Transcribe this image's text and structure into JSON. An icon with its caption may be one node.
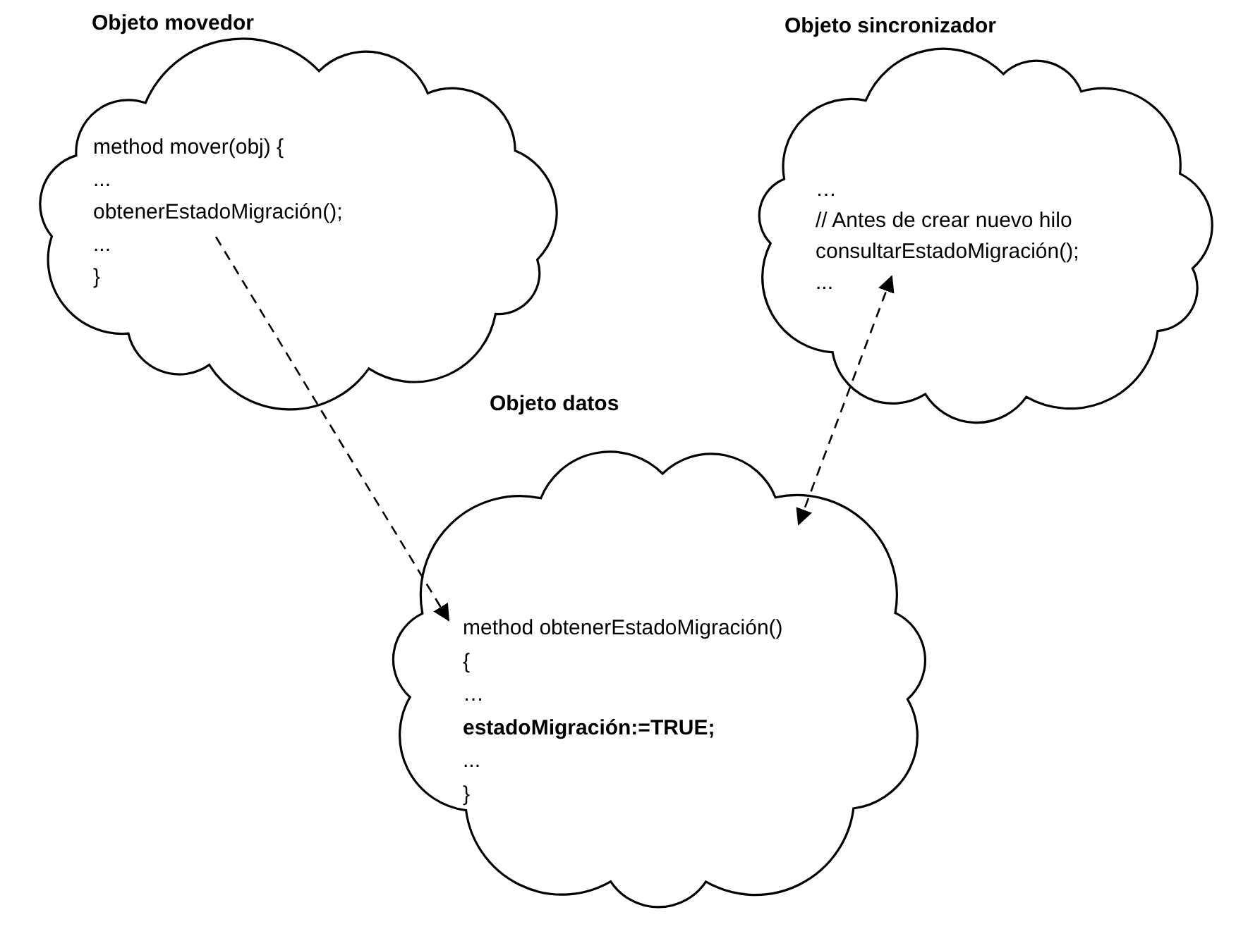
{
  "diagram": {
    "nodes": [
      {
        "text": [
          "Objeto movedor",
          "method mover(obj) {",
          "...",
          "obtenerEstadoMigración();",
          "...",
          "}"
        ]
      },
      {
        "text": [
          "Objeto sincronizador",
          "…",
          "// Antes de crear nuevo hilo",
          "consultarEstadoMigración();",
          "..."
        ]
      },
      {
        "text": [
          "Objeto datos",
          "method obtenerEstadoMigración()",
          "{",
          "…",
          "**estadoMigración:=TRUE;**",
          "...",
          "}"
        ]
      }
    ],
    "edges": [
      {
        "from": 0,
        "to": 2,
        "arrow": "to",
        "style": "dashed"
      },
      {
        "from": 1,
        "to": 2,
        "arrow": "both",
        "style": "dashed"
      }
    ]
  }
}
